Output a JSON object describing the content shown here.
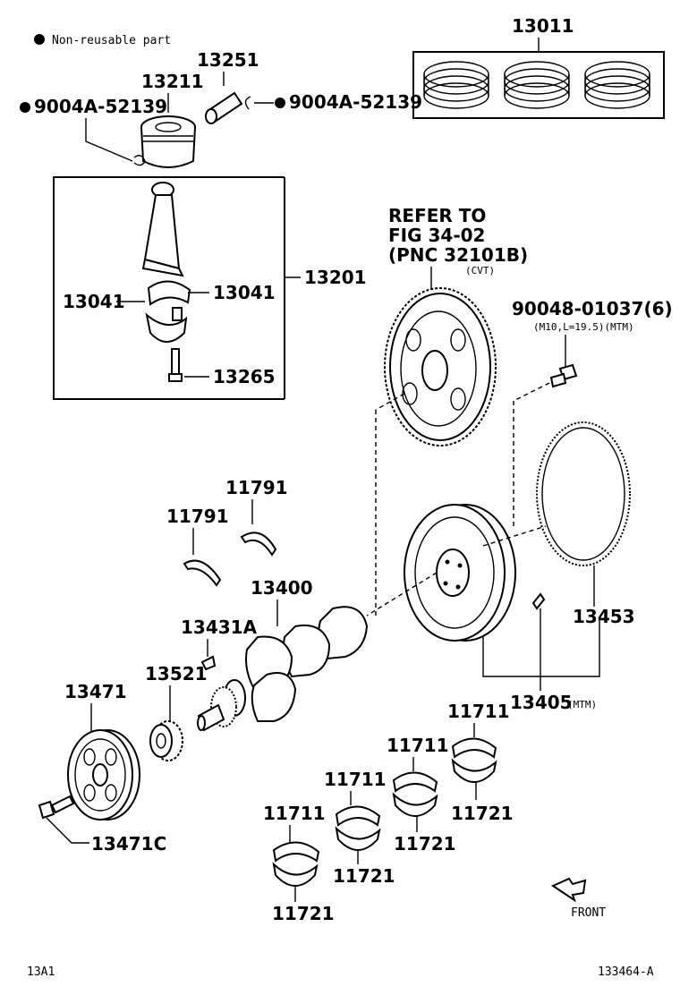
{
  "legend": {
    "text": "Non-reusable part",
    "marker": "non-reusable-dot"
  },
  "labels": {
    "p13011": "13011",
    "p13251": "13251",
    "p13211": "13211",
    "p9004a_left": "9004A-52139",
    "p9004a_right": "9004A-52139",
    "p13201": "13201",
    "p13041_left": "13041",
    "p13041_right": "13041",
    "p13265": "13265",
    "refer_line1": "REFER TO",
    "refer_line2": "FIG 34-02",
    "refer_line3": "(PNC 32101B)",
    "refer_note": "(CVT)",
    "p90048": "90048-01037(6)",
    "p90048_note": "(M10,L=19.5)(MTM)",
    "p11791_a": "11791",
    "p11791_b": "11791",
    "p13400": "13400",
    "p13431a": "13431A",
    "p13521": "13521",
    "p13471": "13471",
    "p13471c": "13471C",
    "p13453": "13453",
    "p13405": "13405",
    "p13405_note": "(MTM)",
    "p11711_1": "11711",
    "p11711_2": "11711",
    "p11711_3": "11711",
    "p11711_4": "11711",
    "p11721_1": "11721",
    "p11721_2": "11721",
    "p11721_3": "11721",
    "p11721_4": "11721",
    "front": "FRONT",
    "page_code": "13A1",
    "diagram_id": "133464-A"
  }
}
